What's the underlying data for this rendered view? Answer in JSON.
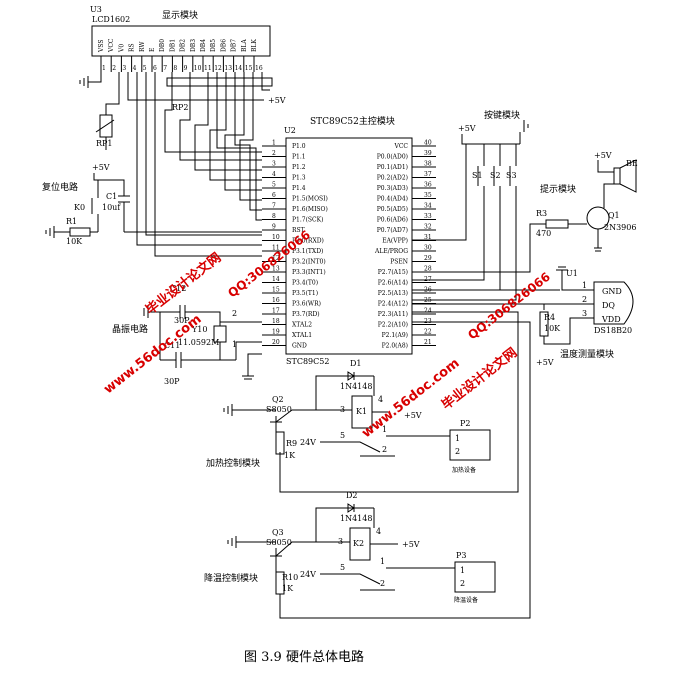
{
  "caption": "图 3.9  硬件总体电路",
  "watermarks": {
    "site": "www.56doc.com",
    "brand": "毕业设计论文网",
    "qq": "QQ:306826066"
  },
  "lcd": {
    "ref": "U3",
    "part": "LCD1602",
    "title": "显示模块",
    "pins": [
      "VSS",
      "VCC",
      "V0",
      "RS",
      "RW",
      "E",
      "DB0",
      "DB1",
      "DB2",
      "DB3",
      "DB4",
      "DB5",
      "DB6",
      "DB7",
      "BLA",
      "BLK"
    ],
    "pin_numbers": [
      "1",
      "2",
      "3",
      "4",
      "5",
      "6",
      "7",
      "8",
      "9",
      "10",
      "11",
      "12",
      "13",
      "14",
      "15",
      "16"
    ]
  },
  "rp1": "RP1",
  "rp2": "RP2",
  "plus5v": "+5V",
  "mcu": {
    "ref": "U2",
    "title": "STC89C52主控模块",
    "name": "STC89C52",
    "left_pins": [
      {
        "num": "1",
        "label": "P1.0"
      },
      {
        "num": "2",
        "label": "P1.1"
      },
      {
        "num": "3",
        "label": "P1.2"
      },
      {
        "num": "4",
        "label": "P1.3"
      },
      {
        "num": "5",
        "label": "P1.4"
      },
      {
        "num": "6",
        "label": "P1.5(MOSI)"
      },
      {
        "num": "7",
        "label": "P1.6(MISO)"
      },
      {
        "num": "8",
        "label": "P1.7(SCK)"
      },
      {
        "num": "9",
        "label": "RST"
      },
      {
        "num": "10",
        "label": "P3.0(RXD)"
      },
      {
        "num": "11",
        "label": "P3.1(TXD)"
      },
      {
        "num": "12",
        "label": "P3.2(INT0)"
      },
      {
        "num": "13",
        "label": "P3.3(INT1)"
      },
      {
        "num": "14",
        "label": "P3.4(T0)"
      },
      {
        "num": "15",
        "label": "P3.5(T1)"
      },
      {
        "num": "16",
        "label": "P3.6(WR)"
      },
      {
        "num": "17",
        "label": "P3.7(RD)"
      },
      {
        "num": "18",
        "label": "XTAL2"
      },
      {
        "num": "19",
        "label": "XTAL1"
      },
      {
        "num": "20",
        "label": "GND"
      }
    ],
    "right_pins": [
      {
        "num": "40",
        "label": "VCC"
      },
      {
        "num": "39",
        "label": "P0.0(AD0)"
      },
      {
        "num": "38",
        "label": "P0.1(AD1)"
      },
      {
        "num": "37",
        "label": "P0.2(AD2)"
      },
      {
        "num": "36",
        "label": "P0.3(AD3)"
      },
      {
        "num": "35",
        "label": "P0.4(AD4)"
      },
      {
        "num": "34",
        "label": "P0.5(AD5)"
      },
      {
        "num": "33",
        "label": "P0.6(AD6)"
      },
      {
        "num": "32",
        "label": "P0.7(AD7)"
      },
      {
        "num": "31",
        "label": "EA(VPP)"
      },
      {
        "num": "30",
        "label": "ALE/PROG"
      },
      {
        "num": "29",
        "label": "PSEN"
      },
      {
        "num": "28",
        "label": "P2.7(A15)"
      },
      {
        "num": "27",
        "label": "P2.6(A14)"
      },
      {
        "num": "26",
        "label": "P2.5(A13)"
      },
      {
        "num": "25",
        "label": "P2.4(A12)"
      },
      {
        "num": "24",
        "label": "P2.3(A11)"
      },
      {
        "num": "23",
        "label": "P2.2(A10)"
      },
      {
        "num": "22",
        "label": "P2.1(A9)"
      },
      {
        "num": "21",
        "label": "P2.0(A8)"
      }
    ]
  },
  "reset": {
    "title": "复位电路",
    "plus": "+5V",
    "switch": "K0",
    "cap": "C1",
    "cap_val": "10uf",
    "res": "R1",
    "res_val": "10K"
  },
  "crystal": {
    "title": "晶振电路",
    "c12": "C12",
    "c12_val": "30P",
    "c11": "C11",
    "c11_val": "30P",
    "xtal": "Y10",
    "xtal_val": "11.0592M",
    "pin2": "2",
    "pin1": "1"
  },
  "keys": {
    "title": "按键模块",
    "plus": "+5V",
    "s1": "S1",
    "s2": "S2",
    "s3": "S3"
  },
  "buzzer": {
    "title": "提示模块",
    "plus": "+5V",
    "be": "BE",
    "q": "Q1",
    "q_part": "2N3906",
    "r": "R3",
    "r_val": "470"
  },
  "temp": {
    "ref": "U1",
    "title": "温度测量模块",
    "part": "DS18B20",
    "pins": [
      "GND",
      "DQ",
      "VDD"
    ],
    "pin_nums": [
      "1",
      "2",
      "3"
    ],
    "r": "R4",
    "r_val": "10K",
    "plus": "+5V"
  },
  "heat": {
    "title": "加热控制模块",
    "q": "Q2",
    "q_part": "S8050",
    "r": "R9",
    "r_val": "1K",
    "d": "D1",
    "d_part": "1N4148",
    "k": "K1",
    "v24": "24V",
    "plus": "+5V",
    "p": "P2",
    "device": "加热设备",
    "n3": "3",
    "n4": "4",
    "n5": "5",
    "n2": "2",
    "n1": "1",
    "pp1": "1",
    "pp2": "2"
  },
  "cool": {
    "title": "降温控制模块",
    "q": "Q3",
    "q_part": "S8050",
    "r": "R10",
    "r_val": "1K",
    "d": "D2",
    "d_part": "1N4148",
    "k": "K2",
    "v24": "24V",
    "plus": "+5V",
    "p": "P3",
    "device": "降温设备",
    "n3": "3",
    "n4": "4",
    "n5": "5",
    "n2": "2",
    "n1": "1",
    "pp1": "1",
    "pp2": "2"
  }
}
